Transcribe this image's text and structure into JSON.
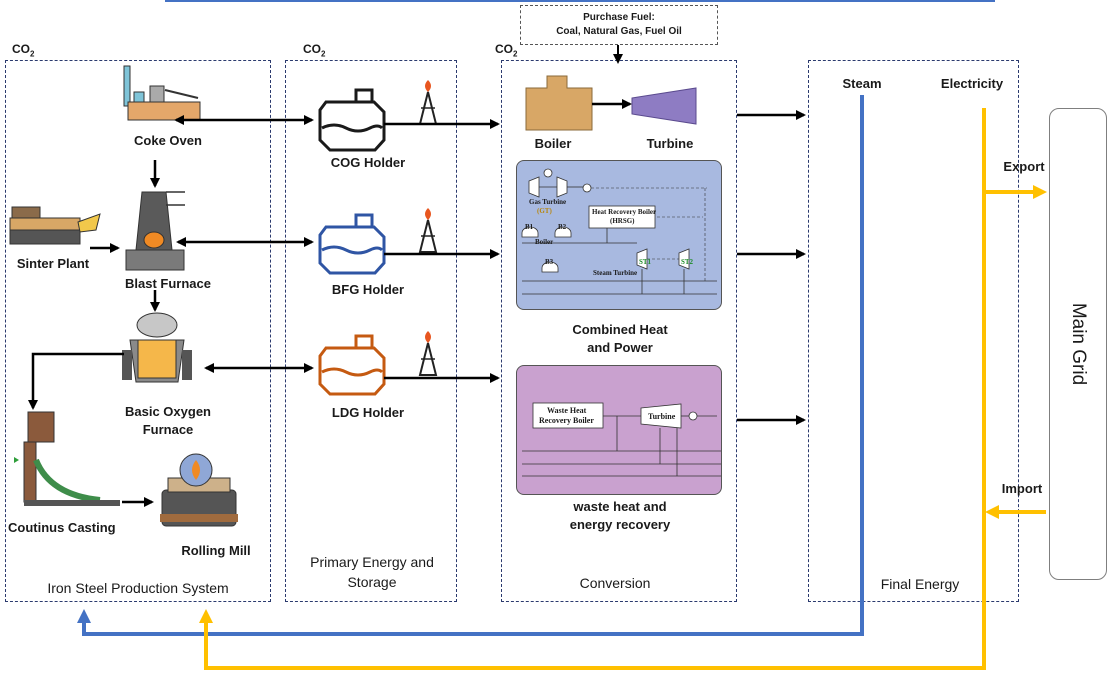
{
  "co2": "CO",
  "co2_sub": "2",
  "sections": {
    "iron": "Iron Steel Production System",
    "primary_line1": "Primary Energy and",
    "primary_line2": "Storage",
    "conversion": "Conversion",
    "final": "Final Energy"
  },
  "fuel": {
    "line1": "Purchase Fuel:",
    "line2": "Coal, Natural Gas, Fuel Oil"
  },
  "plants": {
    "coke_oven": "Coke Oven",
    "sinter": "Sinter Plant",
    "blast": "Blast Furnace",
    "bof_line1": "Basic Oxygen",
    "bof_line2": "Furnace",
    "casting": "Coutinus Casting",
    "rolling": "Rolling Mill"
  },
  "holders": {
    "cog": "COG Holder",
    "bfg": "BFG Holder",
    "ldg": "LDG Holder"
  },
  "conversion": {
    "boiler": "Boiler",
    "turbine": "Turbine",
    "chp_line1": "Combined Heat",
    "chp_line2": "and Power",
    "whr_line1": "waste heat and",
    "whr_line2": "energy recovery"
  },
  "chp_diagram": {
    "gas_turbine": "Gas Turbine",
    "gt": "(GT)",
    "hrsg_line1": "Heat Recovery  Boiler",
    "hrsg_line2": "(HRSG)",
    "b1": "B1",
    "b2": "B2",
    "b3": "B3",
    "boiler": "Boiler",
    "steam_turbine": "Steam Turbine",
    "st1": "ST1",
    "st2": "ST2"
  },
  "whr_diagram": {
    "box_line1": "Waste Heat",
    "box_line2": "Recovery Boiler",
    "turbine": "Turbine"
  },
  "final": {
    "steam": "Steam",
    "electricity": "Electricity",
    "export": "Export",
    "import": "Import"
  },
  "grid": "Main Grid",
  "colors": {
    "steam": "#4472c4",
    "electricity": "#ffc000",
    "cog_holder": "#1a1a1a",
    "bfg_holder": "#2f55a4",
    "ldg_holder": "#c55a11",
    "chp_bg": "#a8b9e0",
    "whr_bg": "#c9a1cf",
    "boiler": "#d8a766",
    "turbine": "#8e7cc3"
  }
}
